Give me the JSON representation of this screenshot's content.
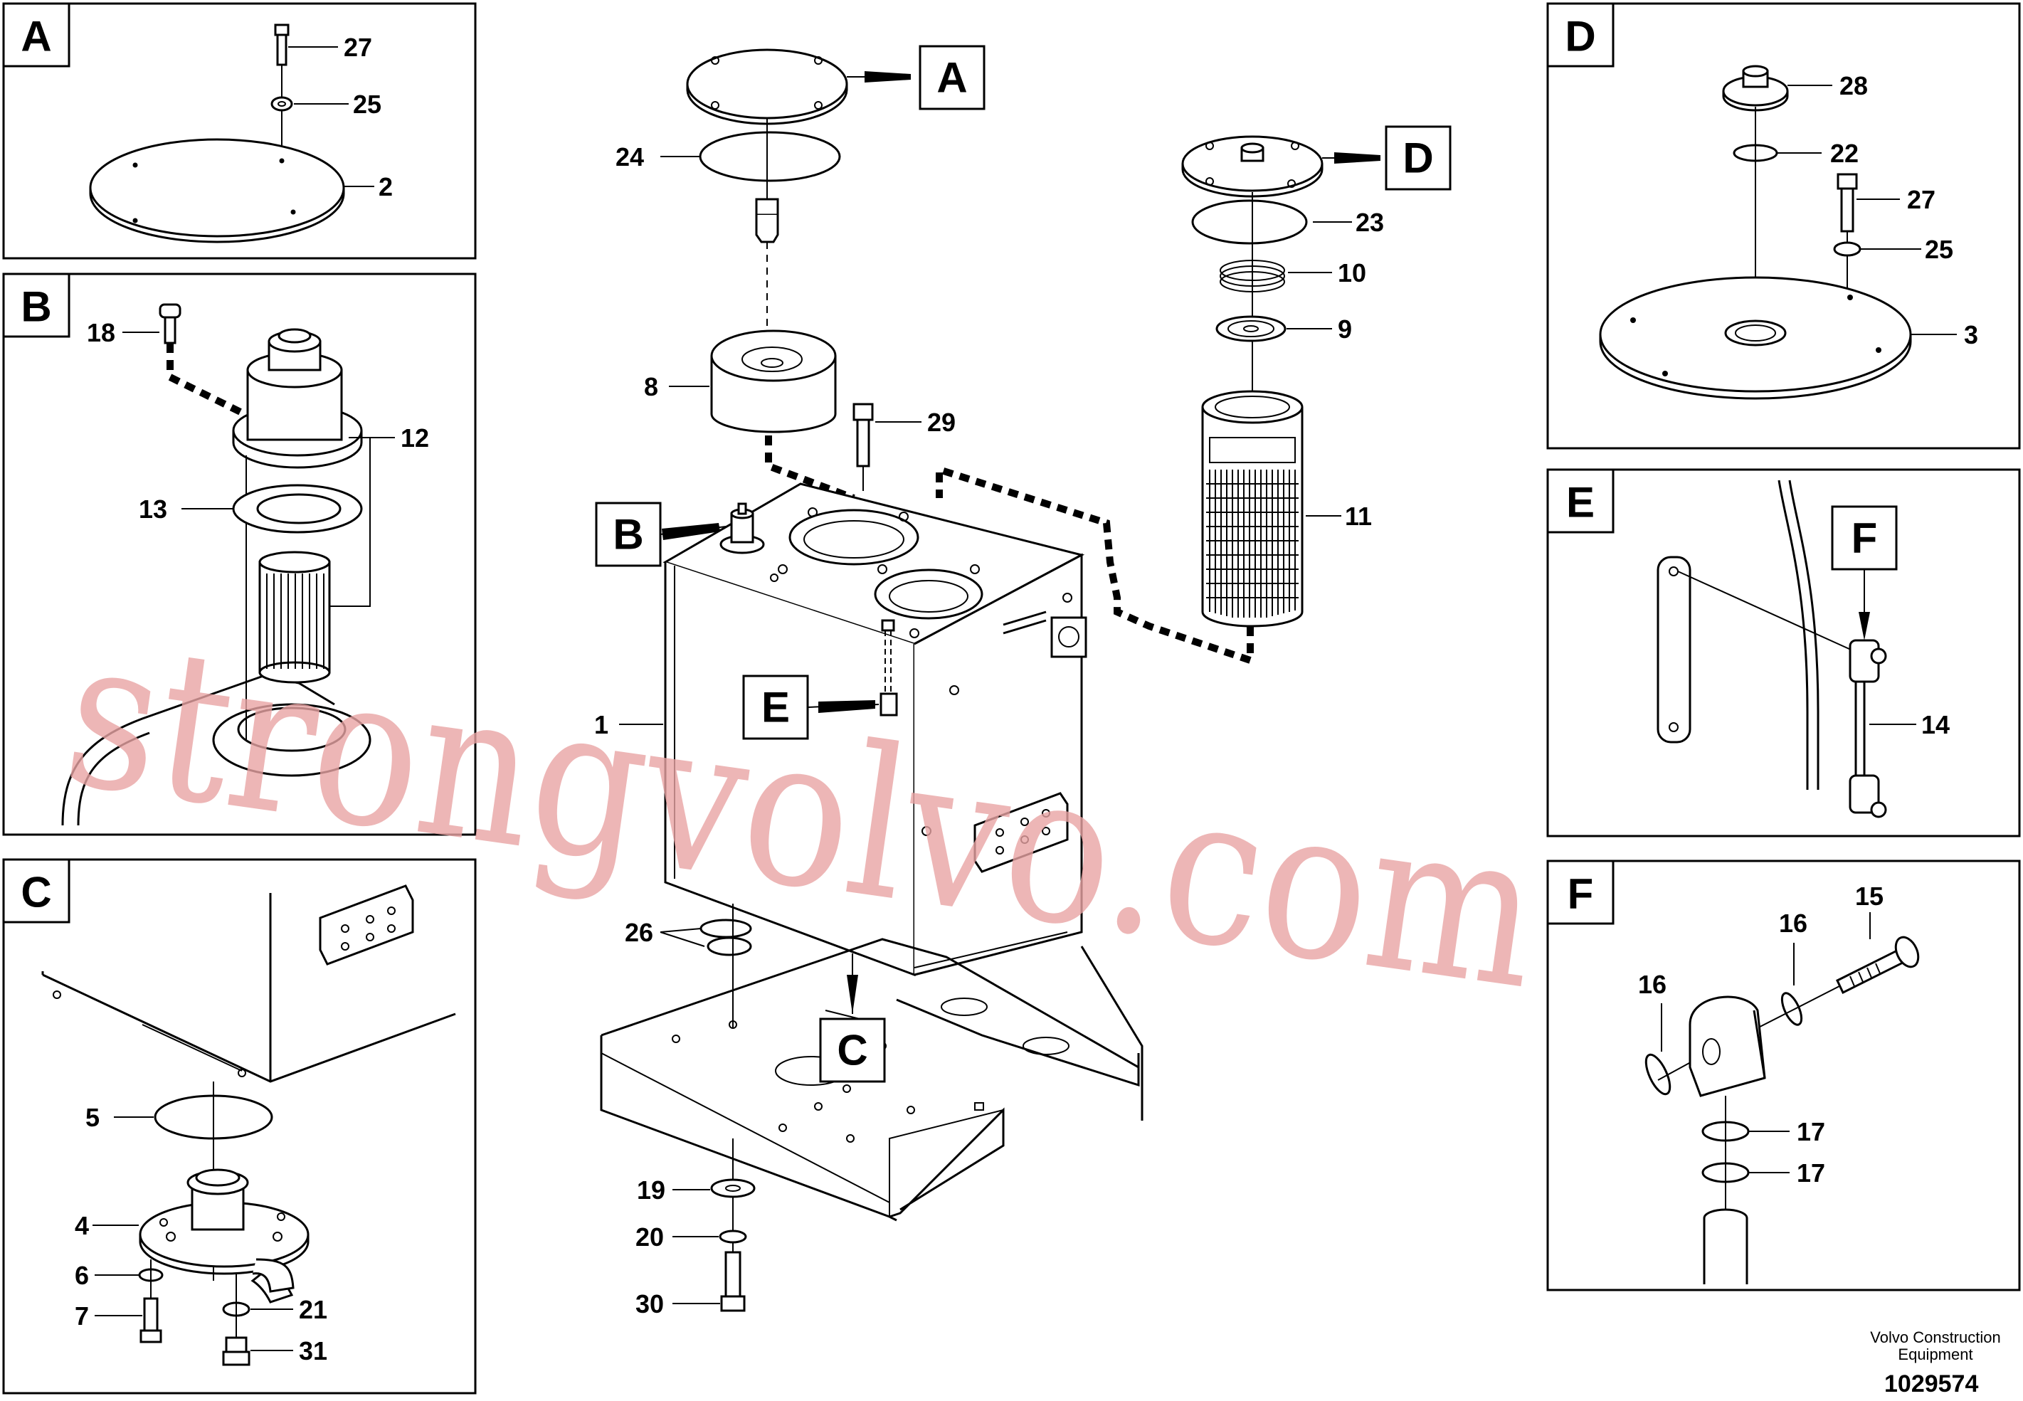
{
  "detail_views": {
    "A": {
      "letter": "A",
      "labels": [
        "27",
        "25",
        "2"
      ]
    },
    "B": {
      "letter": "B",
      "labels": [
        "18",
        "12",
        "13"
      ]
    },
    "C": {
      "letter": "C",
      "labels": [
        "5",
        "4",
        "6",
        "7",
        "21",
        "31"
      ]
    },
    "D": {
      "letter": "D",
      "labels": [
        "28",
        "22",
        "27",
        "25",
        "3"
      ]
    },
    "E": {
      "letter": "E",
      "labels": [
        "14"
      ]
    },
    "F": {
      "letter": "F",
      "labels": [
        "15",
        "16",
        "16",
        "17",
        "17"
      ]
    }
  },
  "main_view": {
    "callouts": [
      "A",
      "D",
      "B",
      "E",
      "C"
    ],
    "labels": [
      "24",
      "23",
      "10",
      "9",
      "8",
      "29",
      "11",
      "1",
      "26",
      "19",
      "20",
      "30"
    ]
  },
  "watermark": "strongvolvo.com",
  "footer": {
    "company_line1": "Volvo Construction",
    "company_line2": "Equipment",
    "drawing_number": "1029574"
  }
}
